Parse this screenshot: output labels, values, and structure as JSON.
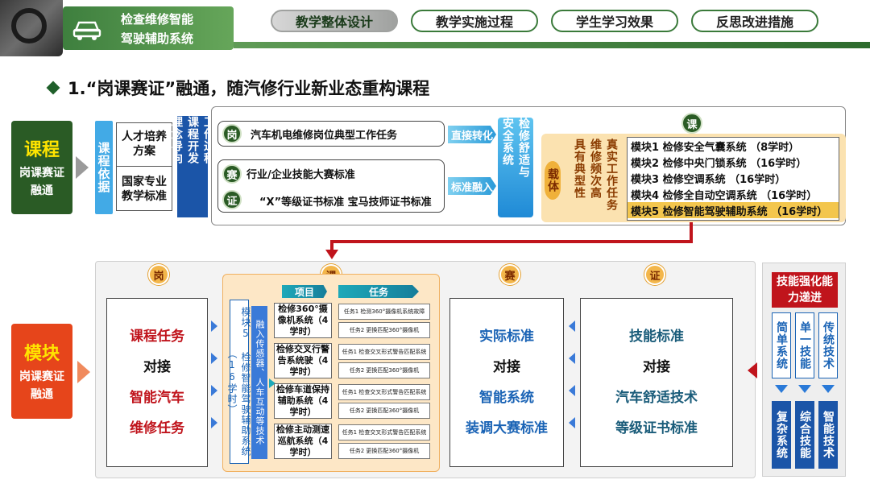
{
  "header": {
    "badge_title_line1": "检查维修智能",
    "badge_title_line2": "驾驶辅助系统",
    "tabs": [
      {
        "label": "教学整体设计",
        "active": true
      },
      {
        "label": "教学实施过程",
        "active": false
      },
      {
        "label": "学生学习效果",
        "active": false
      },
      {
        "label": "反思改进措施",
        "active": false
      }
    ]
  },
  "section_title": "1.“岗课赛证”融通，随汽修行业新业态重构课程",
  "top": {
    "course_box": {
      "title": "课程",
      "line1": "岗课赛证",
      "line2": "融通"
    },
    "basis": "课程依据",
    "training_plan": "人才培养方案",
    "national_std": "国家专业教学标准",
    "work_process": [
      "工作过程",
      "课程开发",
      "理念导向"
    ],
    "gang_circle": "岗",
    "gang_text": "汽车机电维修岗位典型工作任务",
    "sai_circle": "赛",
    "sai_text": "行业/企业技能大赛标准",
    "zheng_circle": "证",
    "zheng_text": "“X”等级证书标准  宝马技师证书标准",
    "arrow_direct": "直接转化",
    "arrow_std": "标准融入",
    "comfort_col": [
      "检修舒适与",
      "安全系统"
    ],
    "ke_circle": "课",
    "carrier_label": "载体",
    "carrier_cols": [
      "真实工作任务",
      "维修频次高",
      "具有典型性"
    ],
    "modules": [
      {
        "label": "模块1   检修安全气囊系统  （8学时）",
        "highlight": false
      },
      {
        "label": "模块2   检修中央门锁系统  （16学时）",
        "highlight": false
      },
      {
        "label": "模块3   检修空调系统  （16学时）",
        "highlight": false
      },
      {
        "label": "模块4   检修全自动空调系统  （16学时）",
        "highlight": false
      },
      {
        "label": "模块5   检修智能驾驶辅助系统  （16学时）",
        "highlight": true
      }
    ]
  },
  "bottom": {
    "module_box": {
      "title": "模块",
      "line1": "岗课赛证",
      "line2": "融通"
    },
    "circles": {
      "gang": "岗",
      "ke": "课",
      "sai": "赛",
      "zheng": "证"
    },
    "gang_panel": [
      "课程任务",
      "对接",
      "智能汽车",
      "维修任务"
    ],
    "mod5_vertical": "模块5 检修智能驾驶辅助系统（16学时）",
    "fuse_vertical": "融入传感器、人车互动等技术",
    "proj_header": "项目",
    "task_header": "任务",
    "projects": [
      {
        "name": "检修360°摄像机系统（4学时）",
        "tasks": [
          "任务1 检测360°摄像机系统故障",
          "任务2 更换匹配360°摄像机"
        ]
      },
      {
        "name": "检修交叉行警告系统驶（4学时）",
        "tasks": [
          "任务1 检查交叉形式警告匹配系统",
          "任务2 更换匹配360°摄像机"
        ]
      },
      {
        "name": "检修车道保持辅助系统（4学时）",
        "tasks": [
          "任务1 检查交叉形式警告匹配系统",
          "任务2 更换匹配360°摄像机"
        ]
      },
      {
        "name": "检修主动测速巡航系统（4学时）",
        "tasks": [
          "任务1 检查交叉形式警告匹配系统",
          "任务2 更换匹配360°摄像机"
        ]
      }
    ],
    "sai_panel": [
      "实际标准",
      "对接",
      "智能系统",
      "装调大赛标准"
    ],
    "zheng_panel": [
      "技能标准",
      "对接",
      "汽车舒适技术",
      "等级证书标准"
    ],
    "skill_title": "技能强化能力递进",
    "skill_top": [
      "简单系统",
      "单一技能",
      "传统技术"
    ],
    "skill_bottom": [
      "复杂系统",
      "综合技能",
      "智能技术"
    ]
  }
}
